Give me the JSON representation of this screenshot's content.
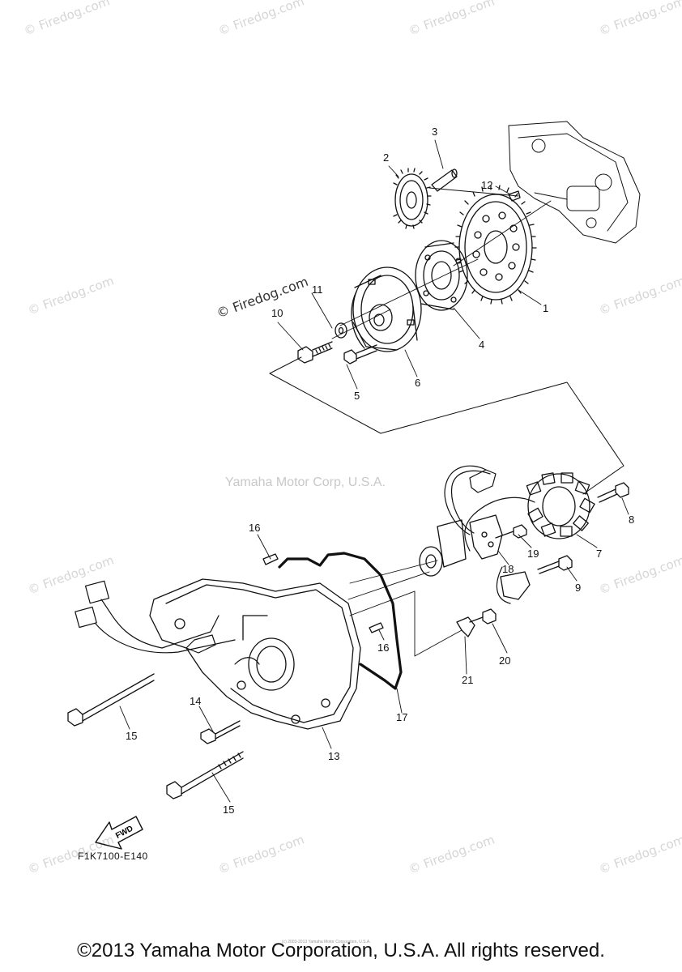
{
  "watermarks": {
    "firedog": "© Firedog.com",
    "yamaha": "Yamaha Motor Corp, U.S.A."
  },
  "callouts": [
    "1",
    "2",
    "3",
    "4",
    "5",
    "6",
    "7",
    "8",
    "9",
    "10",
    "11",
    "12",
    "13",
    "14",
    "15",
    "15",
    "16",
    "16",
    "17",
    "18",
    "19",
    "20",
    "21"
  ],
  "footer": {
    "diagram_code": "F1K7100-E140",
    "copyright": "©2013 Yamaha Motor Corporation, U.S.A. All rights reserved.",
    "tiny_note": "(c) 2003-2013 Yamaha Motor Corporation, U.S.A."
  },
  "fwd": "FWD"
}
